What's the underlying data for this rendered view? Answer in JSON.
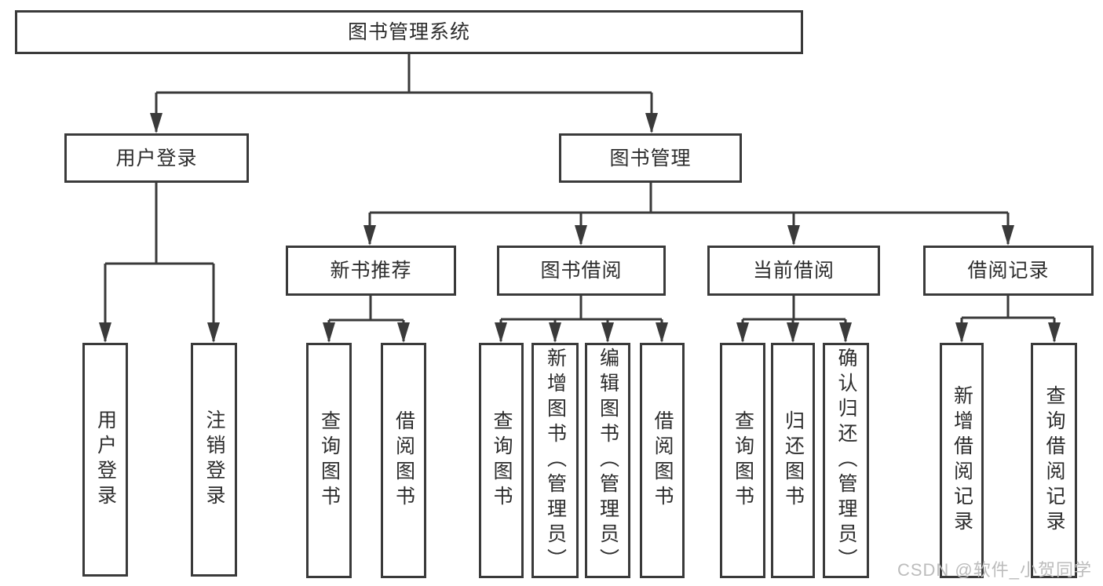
{
  "colors": {
    "line": "#3a3a3a",
    "text": "#2c2c2c",
    "bg": "#ffffff",
    "watermark": "#bcbcbc"
  },
  "watermark": "CSDN @软件_小贺同学",
  "tree": {
    "label": "图书管理系统",
    "children": [
      {
        "label": "用户登录",
        "children": [
          {
            "label": "用户登录"
          },
          {
            "label": "注销登录"
          }
        ]
      },
      {
        "label": "图书管理",
        "children": [
          {
            "label": "新书推荐",
            "children": [
              {
                "label": "查询图书"
              },
              {
                "label": "借阅图书"
              }
            ]
          },
          {
            "label": "图书借阅",
            "children": [
              {
                "label": "查询图书"
              },
              {
                "label": "新增图书（管理员）"
              },
              {
                "label": "编辑图书（管理员）"
              },
              {
                "label": "借阅图书"
              }
            ]
          },
          {
            "label": "当前借阅",
            "children": [
              {
                "label": "查询图书"
              },
              {
                "label": "归还图书"
              },
              {
                "label": "确认归还（管理员）"
              }
            ]
          },
          {
            "label": "借阅记录",
            "children": [
              {
                "label": "新增借阅记录"
              },
              {
                "label": "查询借阅记录"
              }
            ]
          }
        ]
      }
    ]
  }
}
